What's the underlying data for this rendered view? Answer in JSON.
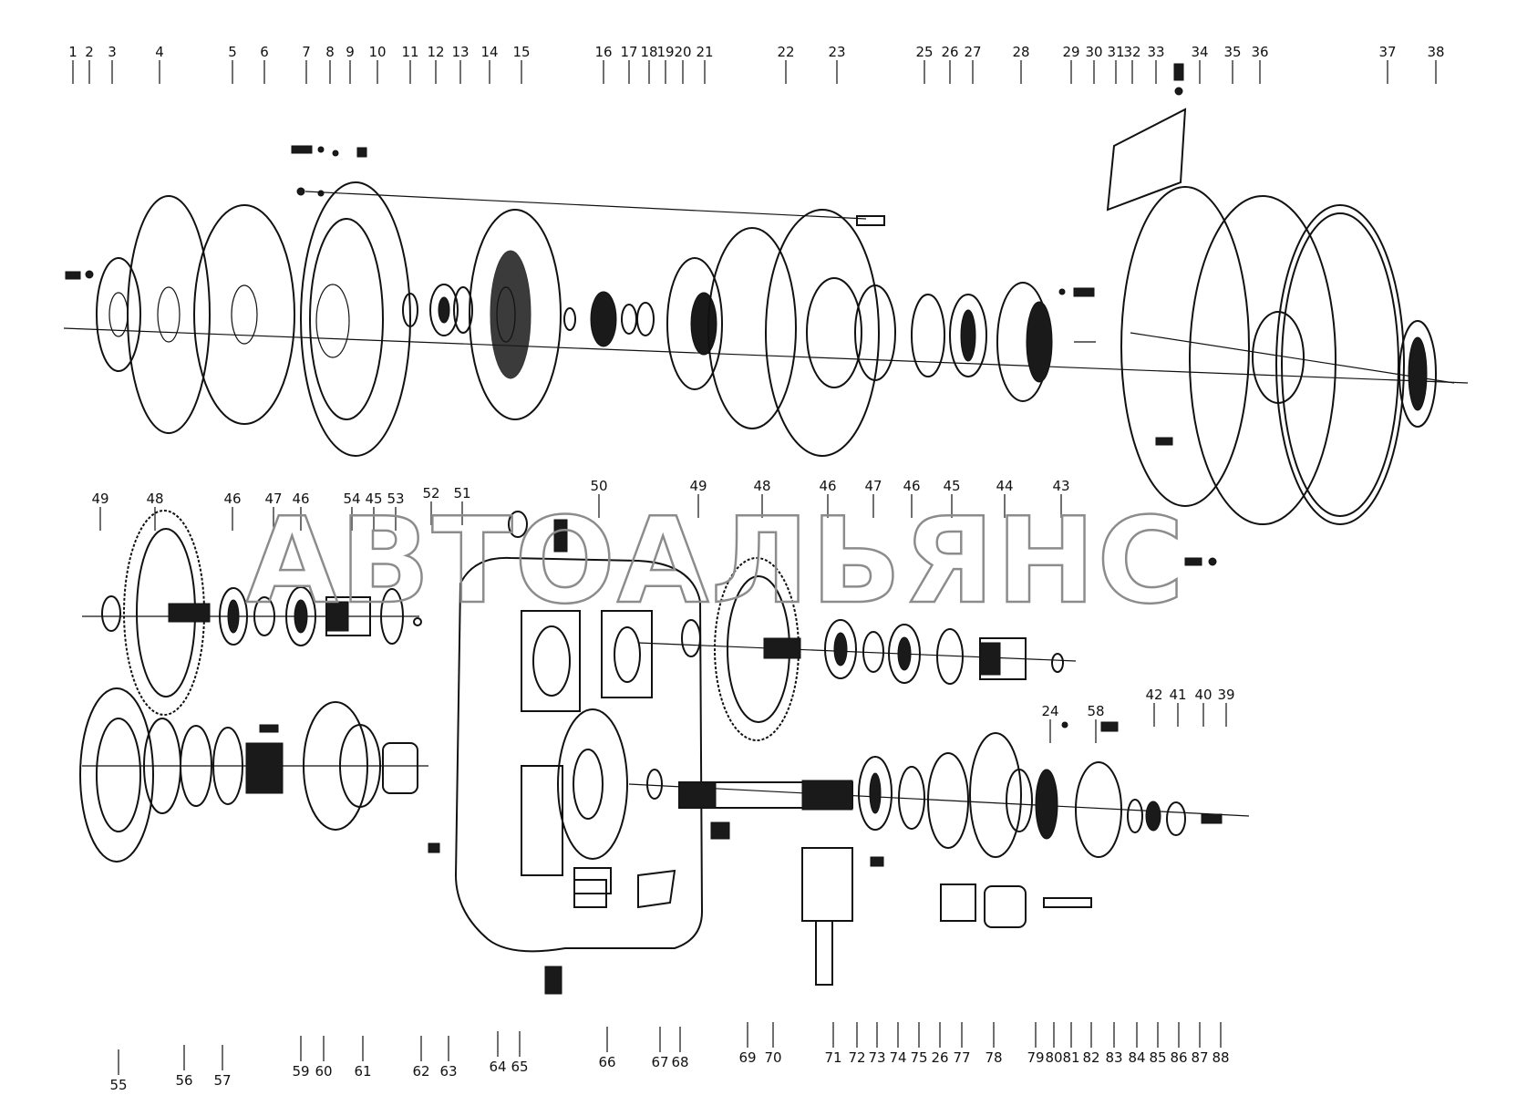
{
  "watermark": "АВТОАЛЬЯНС",
  "labels_top": [
    "1",
    "2",
    "3",
    "4",
    "5",
    "6",
    "7",
    "8",
    "9",
    "10",
    "11",
    "12",
    "13",
    "14",
    "15",
    "16",
    "17",
    "18",
    "19",
    "20",
    "21",
    "22",
    "23",
    "25",
    "26",
    "27",
    "28",
    "29",
    "30",
    "31",
    "32",
    "33",
    "34",
    "35",
    "36",
    "37",
    "38"
  ],
  "labels_mid": [
    "49",
    "48",
    "46",
    "47",
    "46",
    "54",
    "45",
    "53",
    "52",
    "51",
    "50",
    "49",
    "48",
    "46",
    "47",
    "46",
    "45",
    "44",
    "43"
  ],
  "labels_right": [
    "42",
    "41",
    "40",
    "39",
    "24",
    "58"
  ],
  "labels_bottom": [
    "55",
    "56",
    "57",
    "59",
    "60",
    "61",
    "62",
    "63",
    "64",
    "65",
    "66",
    "67",
    "68",
    "69",
    "70",
    "71",
    "72",
    "73",
    "74",
    "75",
    "26",
    "77",
    "78",
    "79",
    "80",
    "81",
    "82",
    "83",
    "84",
    "85",
    "86",
    "87",
    "88"
  ]
}
